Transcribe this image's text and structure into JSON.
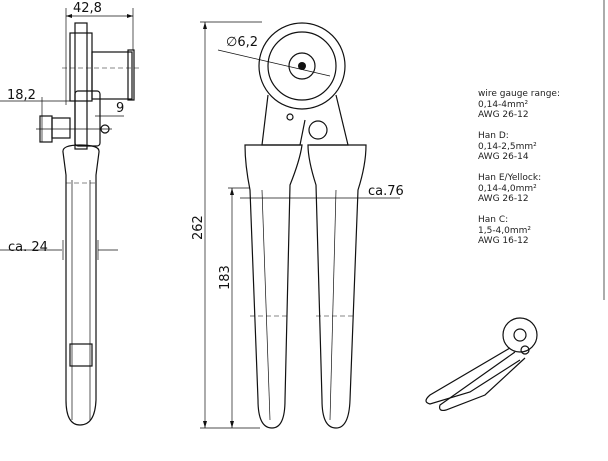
{
  "dimensions": {
    "width_side": "42,8",
    "offset_side": "18,2",
    "knob": "9",
    "handle_width": "ca. 24",
    "die_diameter": "∅6,2",
    "total_length": "262",
    "handle_length": "183",
    "handle_spread": "ca.76"
  },
  "specs": [
    {
      "title": "wire gauge range:",
      "range": "0,14-4mm²",
      "awg": "AWG 26-12"
    },
    {
      "title": "Han D:",
      "range": "0,14-2,5mm²",
      "awg": "AWG 26-14"
    },
    {
      "title": "Han E/Yellock:",
      "range": "0,14-4,0mm²",
      "awg": "AWG 26-12"
    },
    {
      "title": "Han C:",
      "range": "1,5-4,0mm²",
      "awg": "AWG 16-12"
    }
  ]
}
